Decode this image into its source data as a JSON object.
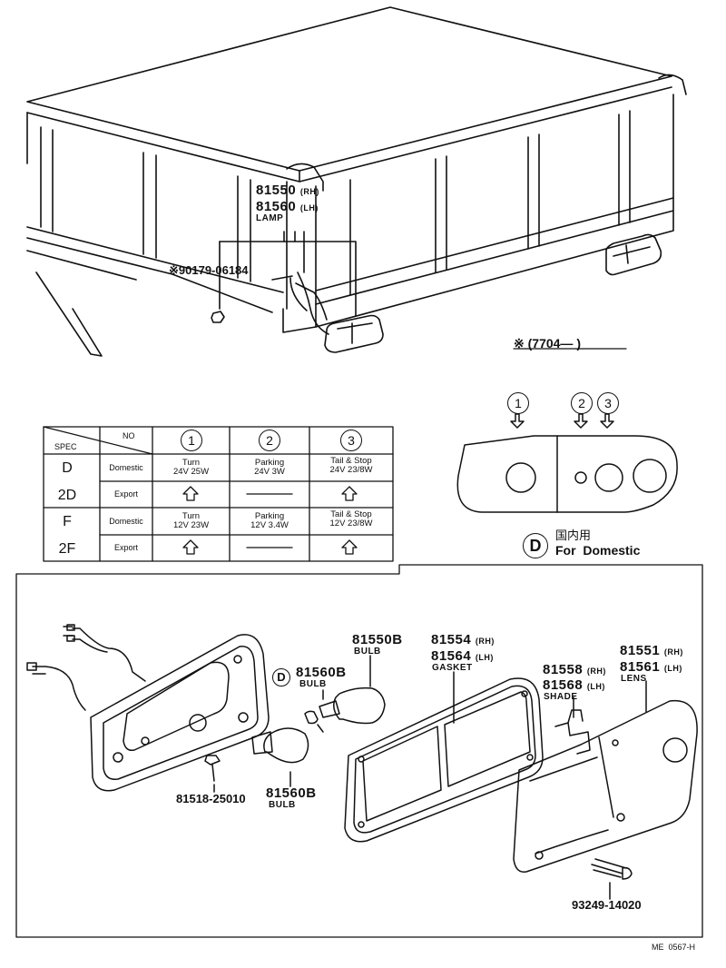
{
  "top": {
    "lamp_rh": "81550",
    "lamp_rh_side": "(RH)",
    "lamp_lh": "81560",
    "lamp_lh_side": "(LH)",
    "lamp_name": "LAMP",
    "nut_part": "※90179-06184",
    "serial_note": "※ (7704—        )"
  },
  "table": {
    "header_no": "NO",
    "header_spec": "SPEC",
    "col_numbers": [
      "1",
      "2",
      "3"
    ],
    "rows": [
      {
        "spec": "D",
        "market": "Domestic",
        "c1": [
          "Turn",
          "24V 25W"
        ],
        "c2": [
          "Parking",
          "24V 3W"
        ],
        "c3": [
          "Tail & Stop",
          "24V 23/8W"
        ]
      },
      {
        "spec": "2D",
        "market": "Export",
        "c1": "same-arrow",
        "c2": "dash",
        "c3": "same-arrow"
      },
      {
        "spec": "F",
        "market": "Domestic",
        "c1": [
          "Turn",
          "12V 23W"
        ],
        "c2": [
          "Parking",
          "12V 3.4W"
        ],
        "c3": [
          "Tail & Stop",
          "12V 23/8W"
        ]
      },
      {
        "spec": "2F",
        "market": "Export",
        "c1": "same-arrow",
        "c2": "dash",
        "c3": "same-arrow"
      }
    ]
  },
  "lens_view": {
    "markers": [
      "1",
      "2",
      "3"
    ],
    "domestic_mark": "D",
    "domestic_jp": "国内用",
    "domestic_en": "For  Domestic"
  },
  "exploded": {
    "bulb_top_pn": "81550B",
    "bulb_top_name": "BULB",
    "bulb_d_mark": "D",
    "bulb_d_pn": "81560B",
    "bulb_d_name": "BULB",
    "bulb_bottom_pn": "81560B",
    "bulb_bottom_name": "BULB",
    "clip_pn": "81518-25010",
    "gasket_rh": "81554",
    "gasket_rh_side": "(RH)",
    "gasket_lh": "81564",
    "gasket_lh_side": "(LH)",
    "gasket_name": "GASKET",
    "shade_rh": "81558",
    "shade_rh_side": "(RH)",
    "shade_lh": "81568",
    "shade_lh_side": "(LH)",
    "shade_name": "SHADE",
    "lens_rh": "81551",
    "lens_rh_side": "(RH)",
    "lens_lh": "81561",
    "lens_lh_side": "(LH)",
    "lens_name": "LENS",
    "screw_pn": "93249-14020"
  },
  "footer": {
    "code": "ME  0567-H"
  }
}
